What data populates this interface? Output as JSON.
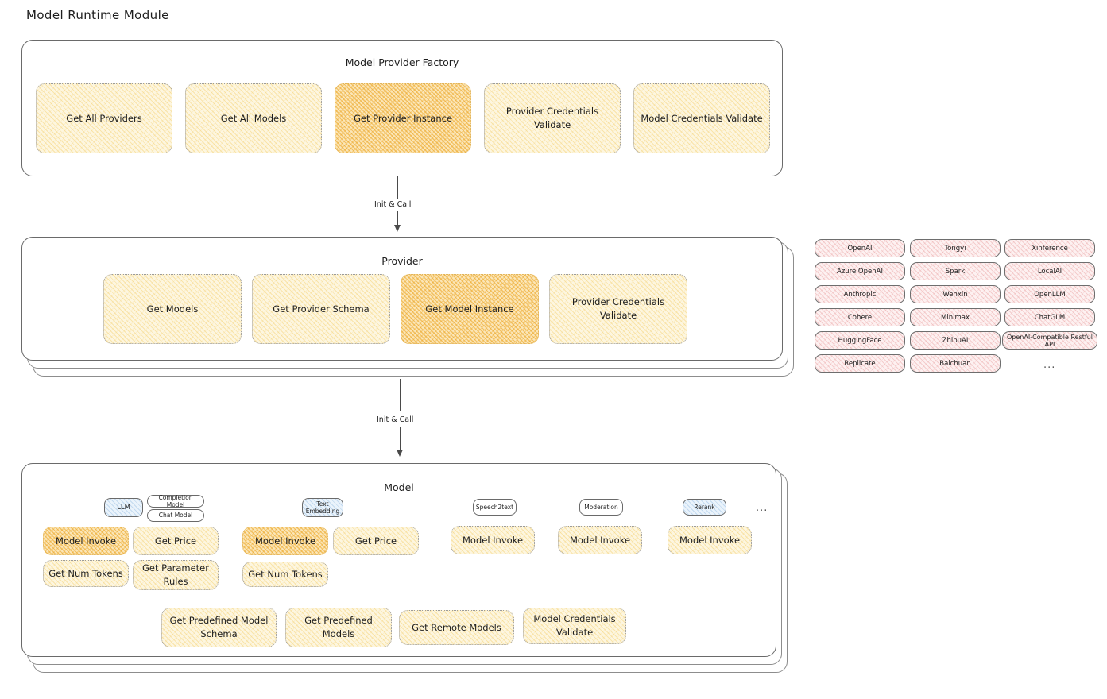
{
  "page": {
    "title": "Model Runtime Module"
  },
  "factory": {
    "title": "Model Provider Factory",
    "nodes": [
      {
        "label": "Get All Providers",
        "highlight": false
      },
      {
        "label": "Get All Models",
        "highlight": false
      },
      {
        "label": "Get Provider Instance",
        "highlight": true
      },
      {
        "label": "Provider Credentials Validate",
        "highlight": false
      },
      {
        "label": "Model Credentials Validate",
        "highlight": false
      }
    ]
  },
  "connectors": [
    {
      "label": "Init & Call"
    },
    {
      "label": "Init & Call"
    }
  ],
  "provider": {
    "title": "Provider",
    "nodes": [
      {
        "label": "Get Models",
        "highlight": false
      },
      {
        "label": "Get Provider Schema",
        "highlight": false
      },
      {
        "label": "Get Model Instance",
        "highlight": true
      },
      {
        "label": "Provider Credentials Validate",
        "highlight": false
      }
    ]
  },
  "provider_list": {
    "columns": [
      [
        "OpenAI",
        "Azure OpenAI",
        "Anthropic",
        "Cohere",
        "HuggingFace",
        "Replicate"
      ],
      [
        "Tongyi",
        "Spark",
        "Wenxin",
        "Minimax",
        "ZhipuAI",
        "Baichuan"
      ],
      [
        "Xinference",
        "LocalAI",
        "OpenLLM",
        "ChatGLM",
        "OpenAI-Compatible Restful API"
      ]
    ],
    "more": "..."
  },
  "model": {
    "title": "Model",
    "more": "...",
    "types": [
      {
        "badge": "LLM",
        "badge_color": "blue",
        "sub_badges": [
          "Completion Model",
          "Chat Model"
        ]
      },
      {
        "badge": "Text Embedding",
        "badge_color": "blue",
        "sub_badges": []
      },
      {
        "badge": "Speech2text",
        "badge_color": "white",
        "sub_badges": []
      },
      {
        "badge": "Moderation",
        "badge_color": "white",
        "sub_badges": []
      },
      {
        "badge": "Rerank",
        "badge_color": "blue",
        "sub_badges": []
      }
    ],
    "methods": {
      "llm": [
        {
          "label": "Model Invoke",
          "highlight": true
        },
        {
          "label": "Get Price",
          "highlight": false
        },
        {
          "label": "Get Num Tokens",
          "highlight": false
        },
        {
          "label": "Get Parameter Rules",
          "highlight": false
        }
      ],
      "text_embedding": [
        {
          "label": "Model Invoke",
          "highlight": true
        },
        {
          "label": "Get Price",
          "highlight": false
        },
        {
          "label": "Get Num Tokens",
          "highlight": false
        }
      ],
      "speech2text": [
        {
          "label": "Model Invoke",
          "highlight": false
        }
      ],
      "moderation": [
        {
          "label": "Model Invoke",
          "highlight": false
        }
      ],
      "rerank": [
        {
          "label": "Model Invoke",
          "highlight": false
        }
      ]
    },
    "shared": [
      {
        "label": "Get Predefined Model Schema"
      },
      {
        "label": "Get Predefined Models"
      },
      {
        "label": "Get Remote Models"
      },
      {
        "label": "Model Credentials Validate"
      }
    ]
  },
  "colors": {
    "highlight_fill": "#fbe6b8",
    "node_fill": "#fdf6e0",
    "provider_fill": "#fdf1f1",
    "badge_fill": "#eaf3fb",
    "stroke": "#6a6a6a",
    "text": "#1e1e1e"
  }
}
